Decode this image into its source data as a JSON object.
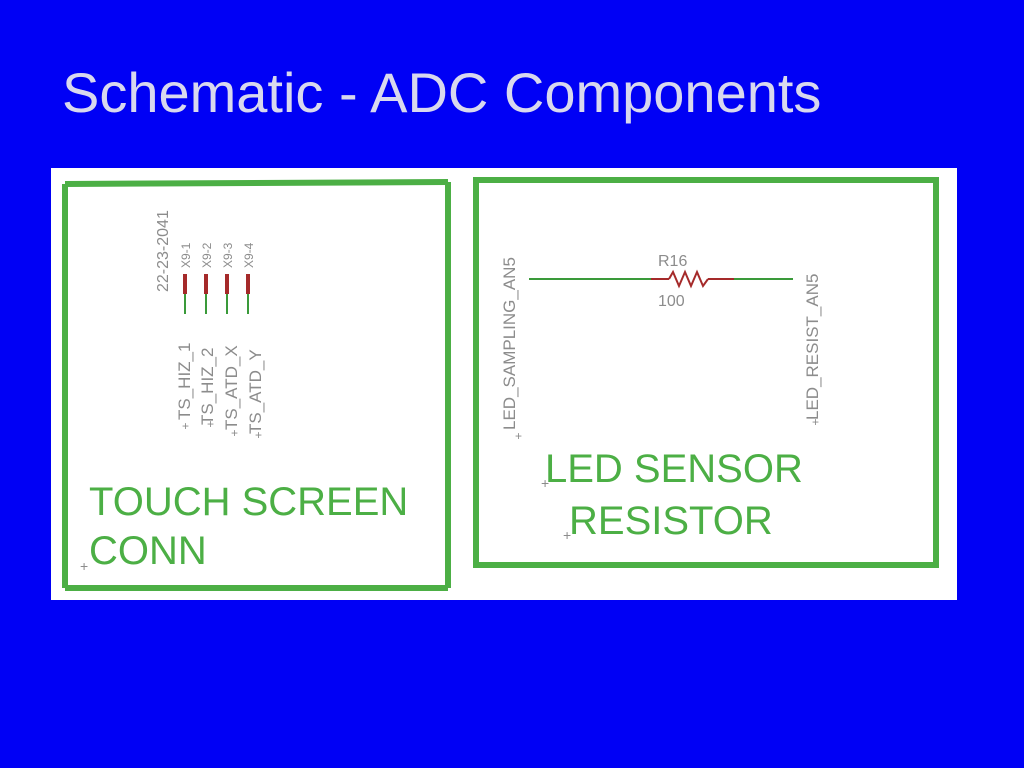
{
  "slide": {
    "title": "Schematic - ADC Components"
  },
  "touch_screen": {
    "part_label": "22-23-2041",
    "pins": [
      {
        "pin": "X9-1",
        "net": "TS_HIZ_1"
      },
      {
        "pin": "X9-2",
        "net": "TS_HIZ_2"
      },
      {
        "pin": "X9-3",
        "net": "TS_ATD_X"
      },
      {
        "pin": "X9-4",
        "net": "TS_ATD_Y"
      }
    ],
    "label_line1": "TOUCH SCREEN",
    "label_line2": "CONN"
  },
  "led_sensor": {
    "left_net": "LED_SAMPLING_AN5",
    "right_net": "LED_RESIST_AN5",
    "resistor_name": "R16",
    "resistor_value": "100",
    "label_line1": "LED SENSOR",
    "label_line2": "RESISTOR"
  },
  "colors": {
    "background": "#0000f5",
    "title": "#d8d8ee",
    "frame": "#4caf45",
    "wire": "#3a9a3a",
    "pin": "#a52a2a",
    "text_gray": "#8c8c8c"
  }
}
